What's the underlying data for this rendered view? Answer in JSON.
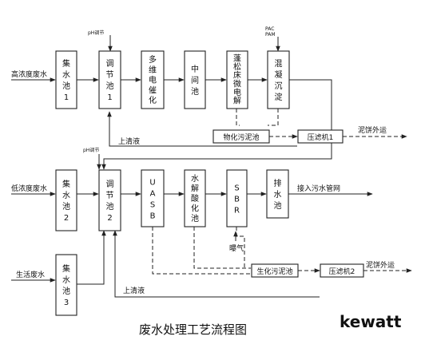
{
  "title": "废水处理工艺流程图",
  "brand": "kewatt",
  "inputs": {
    "high": "高浓度废水",
    "low": "低浓度废水",
    "domestic": "生活废水"
  },
  "additives": {
    "ph1": "pH调节",
    "ph2": "pH调节",
    "pac_pam": [
      "PAC",
      "PAM"
    ],
    "aeration": "曝气"
  },
  "units": {
    "collect1": [
      "集",
      "水",
      "池",
      "1"
    ],
    "adjust1": [
      "调",
      "节",
      "池",
      "1"
    ],
    "electro": [
      "多",
      "维",
      "电",
      "催",
      "化"
    ],
    "middle": [
      "中",
      "间",
      "池"
    ],
    "micro": [
      "蓬",
      "松",
      "床",
      "微",
      "电",
      "解"
    ],
    "coag": [
      "混",
      "凝",
      "沉",
      "淀"
    ],
    "collect2": [
      "集",
      "水",
      "池",
      "2"
    ],
    "adjust2": [
      "调",
      "节",
      "池",
      "2"
    ],
    "uasb": [
      "U",
      "A",
      "S",
      "B"
    ],
    "hydro": [
      "水",
      "解",
      "酸",
      "化",
      "池"
    ],
    "sbr": [
      "S",
      "B",
      "R"
    ],
    "drain": [
      "排",
      "水",
      "池"
    ],
    "collect3": [
      "集",
      "水",
      "池",
      "3"
    ]
  },
  "sludge_units": {
    "chem_sludge": "物化污泥池",
    "press1": "压滤机1",
    "bio_sludge": "生化污泥池",
    "press2": "压滤机2"
  },
  "labels": {
    "supernatant1": "上清液",
    "supernatant2": "上清液",
    "cake1": "泥饼外运",
    "cake2": "泥饼外运",
    "sewer": "接入污水管网"
  }
}
